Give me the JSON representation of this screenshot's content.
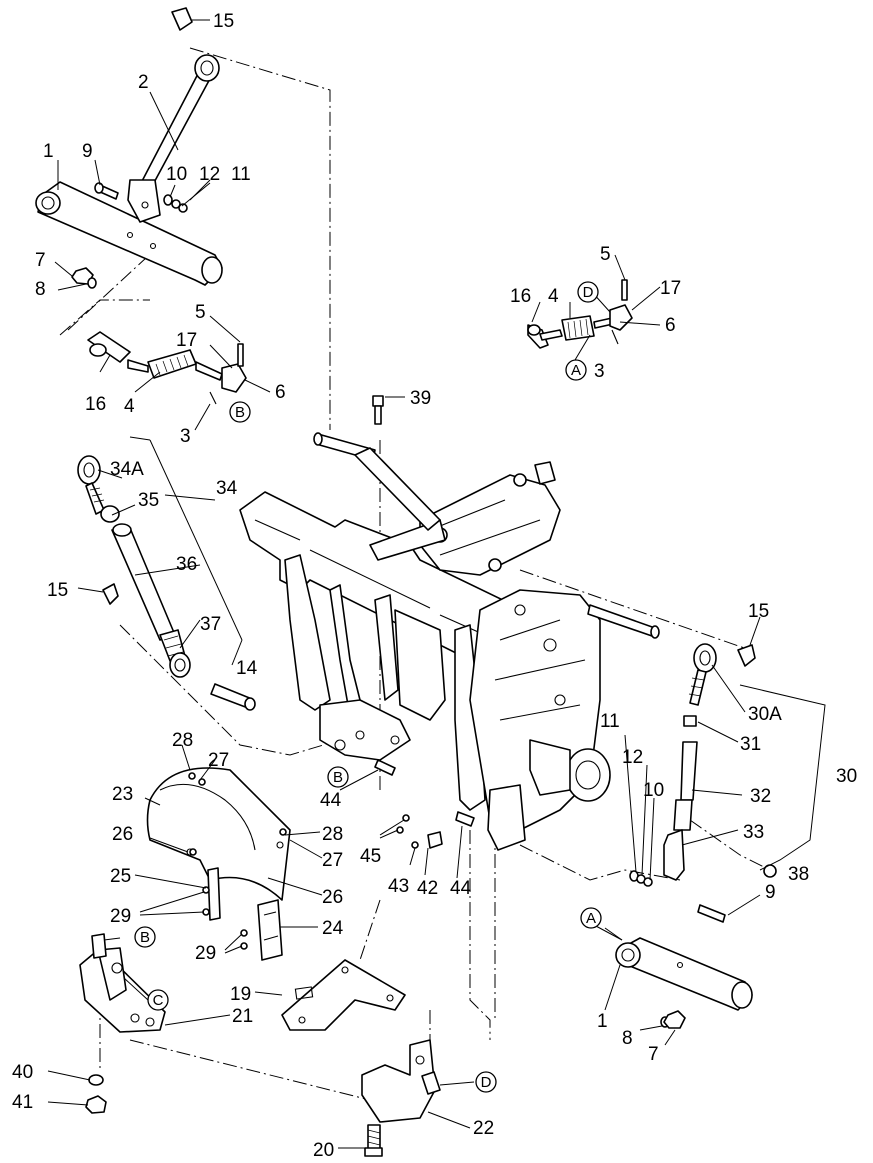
{
  "labels": {
    "l15a": "15",
    "l2": "2",
    "l1a": "1",
    "l9a": "9",
    "l10a": "10",
    "l12a": "12",
    "l11a": "11",
    "l7a": "7",
    "l8a": "8",
    "l5a": "5",
    "l17a": "17",
    "l16a": "16",
    "l4a": "4",
    "l6a": "6",
    "l3a": "3",
    "l34a": "34A",
    "l35": "35",
    "l34": "34",
    "l36": "36",
    "l15b": "15",
    "l37": "37",
    "l14": "14",
    "l39": "39",
    "l5b": "5",
    "l17b": "17",
    "l16b": "16",
    "l4b": "4",
    "l6b": "6",
    "l3b": "3",
    "l15c": "15",
    "l30a": "30A",
    "l31": "31",
    "l30": "30",
    "l32": "32",
    "l33": "33",
    "l38": "38",
    "l11b": "11",
    "l12b": "12",
    "l10b": "10",
    "l9b": "9",
    "l1b": "1",
    "l8b": "8",
    "l7b": "7",
    "l28a": "28",
    "l27a": "27",
    "l23": "23",
    "l26a": "26",
    "l28b": "28",
    "l27b": "27",
    "l26b": "26",
    "l25": "25",
    "l29a": "29",
    "l29b": "29",
    "l24": "24",
    "l44a": "44",
    "l45": "45",
    "l43": "43",
    "l42": "42",
    "l44b": "44",
    "l19": "19",
    "l21": "21",
    "l40": "40",
    "l41": "41",
    "l20": "20",
    "l22": "22"
  },
  "callouts": {
    "cB1": "B",
    "cD1": "D",
    "cA1": "A",
    "cB2": "B",
    "cA2": "A",
    "cB3": "B",
    "cC": "C",
    "cD2": "D"
  }
}
